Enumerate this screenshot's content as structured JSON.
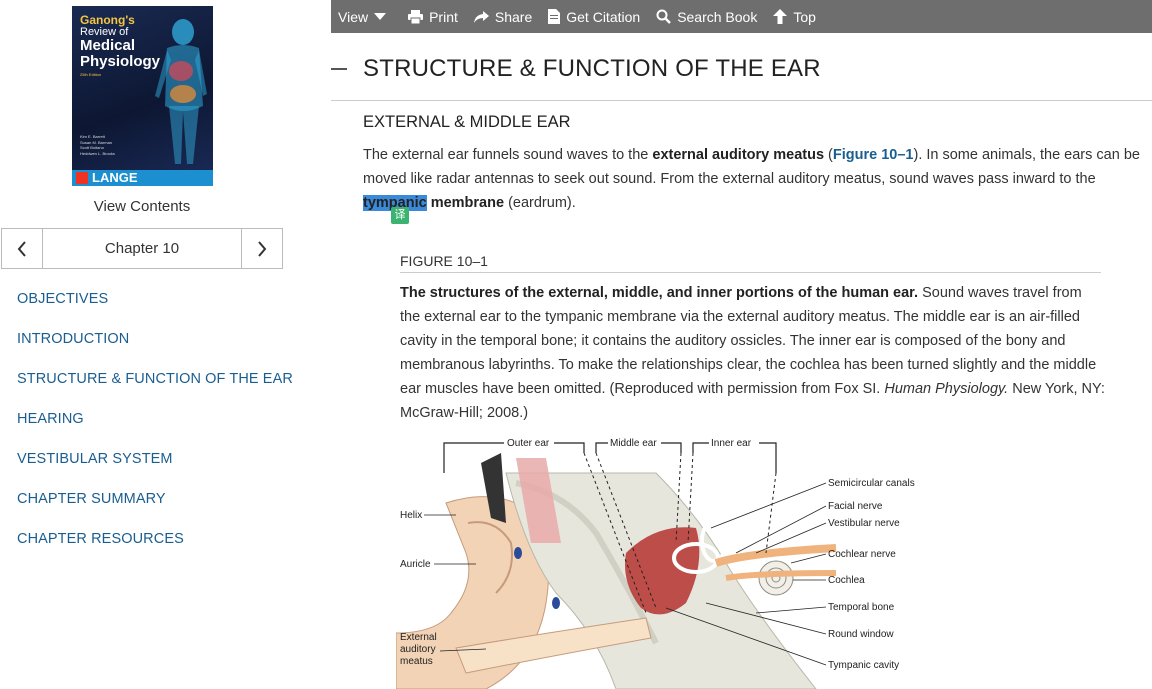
{
  "book": {
    "title_line1": "Ganong's",
    "title_line2": "Review of",
    "title_line3": "Medical",
    "title_line4": "Physiology",
    "edition": "25th Edition",
    "authors": [
      "Kim E. Barrett",
      "Susan M. Barman",
      "Scott Boitano",
      "Heddwen L. Brooks"
    ],
    "series": "LANGE"
  },
  "sidebar": {
    "view_contents": "View Contents",
    "chapter_label": "Chapter 10",
    "toc": [
      "OBJECTIVES",
      "INTRODUCTION",
      "STRUCTURE & FUNCTION OF THE EAR",
      "HEARING",
      "VESTIBULAR SYSTEM",
      "CHAPTER SUMMARY",
      "CHAPTER RESOURCES"
    ]
  },
  "toolbar": {
    "view": "View",
    "print": "Print",
    "share": "Share",
    "citation": "Get Citation",
    "search": "Search Book",
    "top": "Top"
  },
  "main": {
    "section_title": "STRUCTURE & FUNCTION OF THE EAR",
    "subheading": "EXTERNAL & MIDDLE EAR",
    "para": {
      "p1": "The external ear funnels sound waves to the ",
      "b1": "external auditory meatus",
      "p2": " (",
      "link": "Figure 10–1",
      "p3": "). In some animals, the ears can be moved like radar antennas to seek out sound. From the external auditory meatus, sound waves pass inward to the ",
      "selected": "tympanic",
      "b2": " membrane",
      "p4": " (eardrum)."
    },
    "translate_badge": "译",
    "figure_label": "FIGURE 10–1",
    "caption": {
      "bold": "The structures of the external, middle, and inner portions of the human ear.",
      "text": " Sound waves travel from the external ear to the tympanic membrane via the external auditory meatus. The middle ear is an air-filled cavity in the temporal bone; it contains the auditory ossicles. The inner ear is composed of the bony and membranous labyrinths. To make the relationships clear, the cochlea has been turned slightly and the middle ear muscles have been omitted. (Reproduced with permission from Fox SI. ",
      "italic": "Human Physiology.",
      "end": " New York, NY: McGraw-Hill; 2008.)"
    },
    "figure": {
      "region_labels": [
        "Outer ear",
        "Middle ear",
        "Inner ear"
      ],
      "left_labels": [
        "Helix",
        "Auricle",
        "External auditory meatus"
      ],
      "right_labels": [
        "Semicircular canals",
        "Facial nerve",
        "Vestibular nerve",
        "Cochlear nerve",
        "Cochlea",
        "Temporal bone",
        "Round window",
        "Tympanic cavity"
      ]
    }
  },
  "colors": {
    "toolbar_bg": "#6e6e6e",
    "link": "#1a5e91",
    "selection": "#3b89d9",
    "translate_badge": "#3cb371"
  }
}
